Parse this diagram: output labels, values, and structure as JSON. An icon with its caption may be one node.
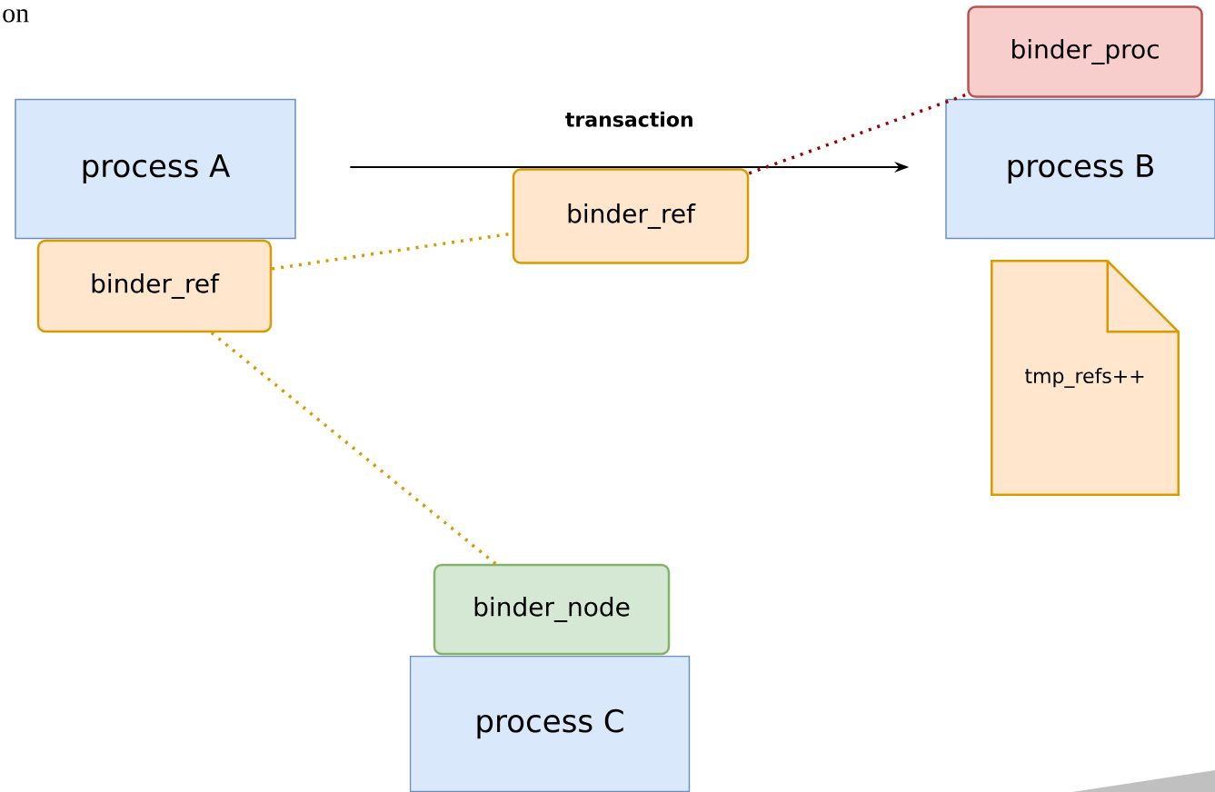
{
  "diagram": {
    "nodes": [
      {
        "text": [
          "process A"
        ]
      },
      {
        "text": [
          "binder_ref"
        ]
      },
      {
        "text": [
          "binder_ref"
        ]
      },
      {
        "text": [
          "binder_proc"
        ]
      },
      {
        "text": [
          "process B"
        ]
      },
      {
        "text": [
          "tmp_refs++"
        ]
      },
      {
        "text": [
          "binder_node"
        ]
      },
      {
        "text": [
          "process C"
        ]
      }
    ],
    "edges": [
      {
        "from": null,
        "to": 4,
        "arrow": "to",
        "label": "transaction",
        "color": "#000000"
      },
      {
        "from": 1,
        "to": 2,
        "arrow": "none",
        "style": "dashed",
        "color": "#d79b00"
      },
      {
        "from": 2,
        "to": 3,
        "arrow": "none",
        "style": "dashed",
        "color": "#990000"
      },
      {
        "from": 1,
        "to": 6,
        "arrow": "none",
        "style": "dashed",
        "color": "#d79b00"
      }
    ],
    "labels": [
      "on"
    ]
  }
}
